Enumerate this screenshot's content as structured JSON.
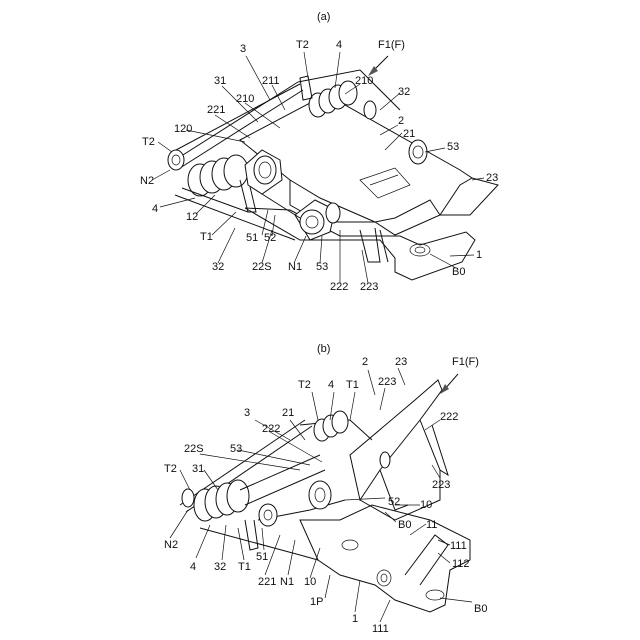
{
  "figures": [
    {
      "caption": "(a)",
      "arrow_label": "F1(F)",
      "labels": [
        "3",
        "T2",
        "4",
        "31",
        "211",
        "210",
        "32",
        "221",
        "210",
        "2",
        "120",
        "21",
        "T2",
        "53",
        "N2",
        "23",
        "4",
        "12",
        "T1",
        "51",
        "52",
        "32",
        "22S",
        "N1",
        "53",
        "222",
        "223",
        "1",
        "B0"
      ]
    },
    {
      "caption": "(b)",
      "arrow_label": "F1(F)",
      "labels": [
        "2",
        "23",
        "T2",
        "4",
        "T1",
        "223",
        "3",
        "21",
        "222",
        "22S",
        "53",
        "222",
        "223",
        "T2",
        "31",
        "52",
        "10",
        "B0",
        "11",
        "N2",
        "111",
        "4",
        "32",
        "T1",
        "51",
        "112",
        "221",
        "N1",
        "10",
        "1P",
        "1",
        "111",
        "B0"
      ]
    }
  ]
}
